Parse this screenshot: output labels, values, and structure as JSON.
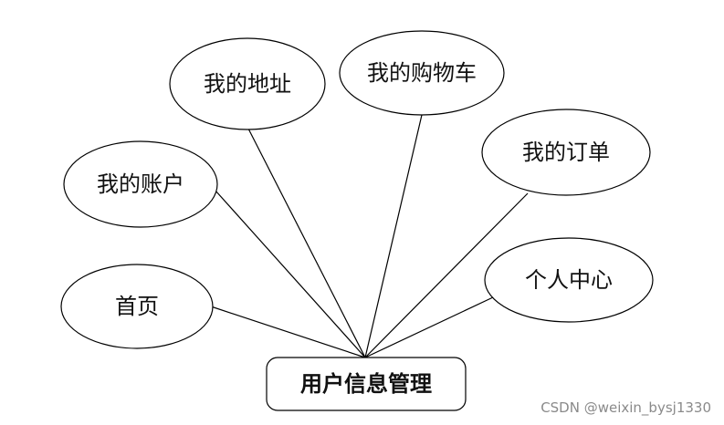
{
  "diagram": {
    "root": {
      "label": "用户信息管理"
    },
    "nodes": [
      {
        "id": "shouye",
        "label": "首页"
      },
      {
        "id": "zhanghu",
        "label": "我的账户"
      },
      {
        "id": "dizhi",
        "label": "我的地址"
      },
      {
        "id": "gouwuche",
        "label": "我的购物车"
      },
      {
        "id": "dingdan",
        "label": "我的订单"
      },
      {
        "id": "gerenzhongxin",
        "label": "个人中心"
      }
    ]
  },
  "watermark": "CSDN @weixin_bysj1330",
  "colors": {
    "stroke": "#000000",
    "text": "#111111",
    "background": "#ffffff",
    "watermark": "#8a8a8a"
  }
}
